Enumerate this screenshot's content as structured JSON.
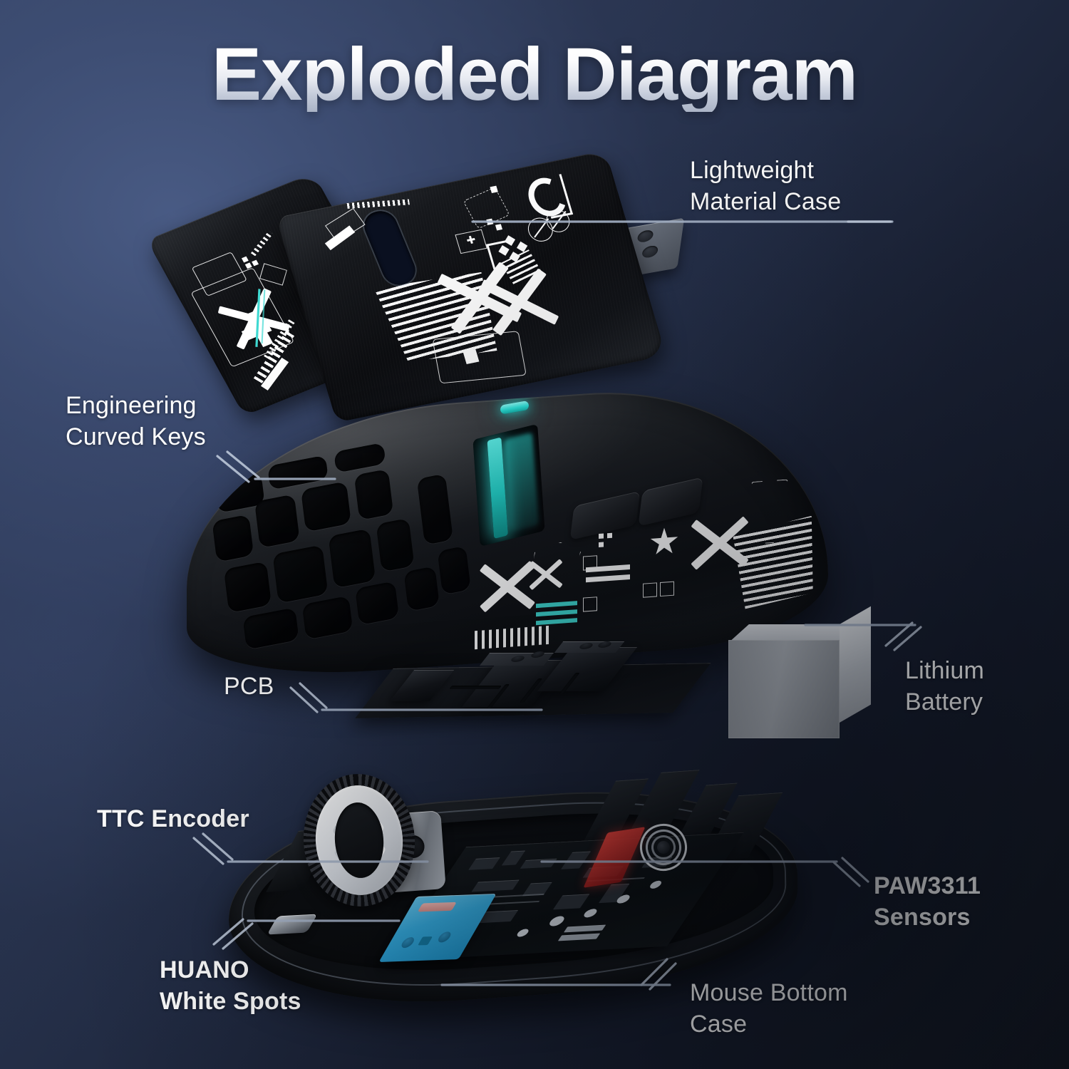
{
  "title": "Exploded Diagram",
  "theme": {
    "bg_light": "#4a5c86",
    "bg_dark": "#10141d",
    "label_color": "#ffffff",
    "leader_color": "#a9b6cb",
    "accent_teal": "#2ee6dd",
    "switch_blue": "#34aadd",
    "battery_silver": "#b7bcc3",
    "laser_red": "#ff463c"
  },
  "callouts": [
    {
      "id": "lightweight-material-case",
      "text": "Lightweight\nMaterial Case",
      "weight": "regular"
    },
    {
      "id": "engineering-curved-keys",
      "text": "Engineering\nCurved Keys",
      "weight": "regular"
    },
    {
      "id": "pcb",
      "text": "PCB",
      "weight": "regular"
    },
    {
      "id": "lithium-battery",
      "text": "Lithium\nBattery",
      "weight": "regular"
    },
    {
      "id": "ttc-encoder",
      "text": "TTC Encoder",
      "weight": "bold"
    },
    {
      "id": "huano-white-spots",
      "text": "HUANO\nWhite Spots",
      "weight": "bold"
    },
    {
      "id": "paw3311-sensors",
      "text": "PAW3311\nSensors",
      "weight": "bold"
    },
    {
      "id": "mouse-bottom-case",
      "text": "Mouse Bottom\nCase",
      "weight": "regular"
    }
  ],
  "parts": [
    {
      "id": "top-shell",
      "name": "Lightweight material top case with two curved key plates"
    },
    {
      "id": "body-shell",
      "name": "Honeycomb body shell with teal RGB light slot and side buttons"
    },
    {
      "id": "pcb-board",
      "name": "Main PCB with switch housings"
    },
    {
      "id": "battery",
      "name": "Lithium battery block"
    },
    {
      "id": "bottom-case",
      "name": "Mouse bottom case with encoder, scroll wheel, microswitch and sensor"
    }
  ]
}
